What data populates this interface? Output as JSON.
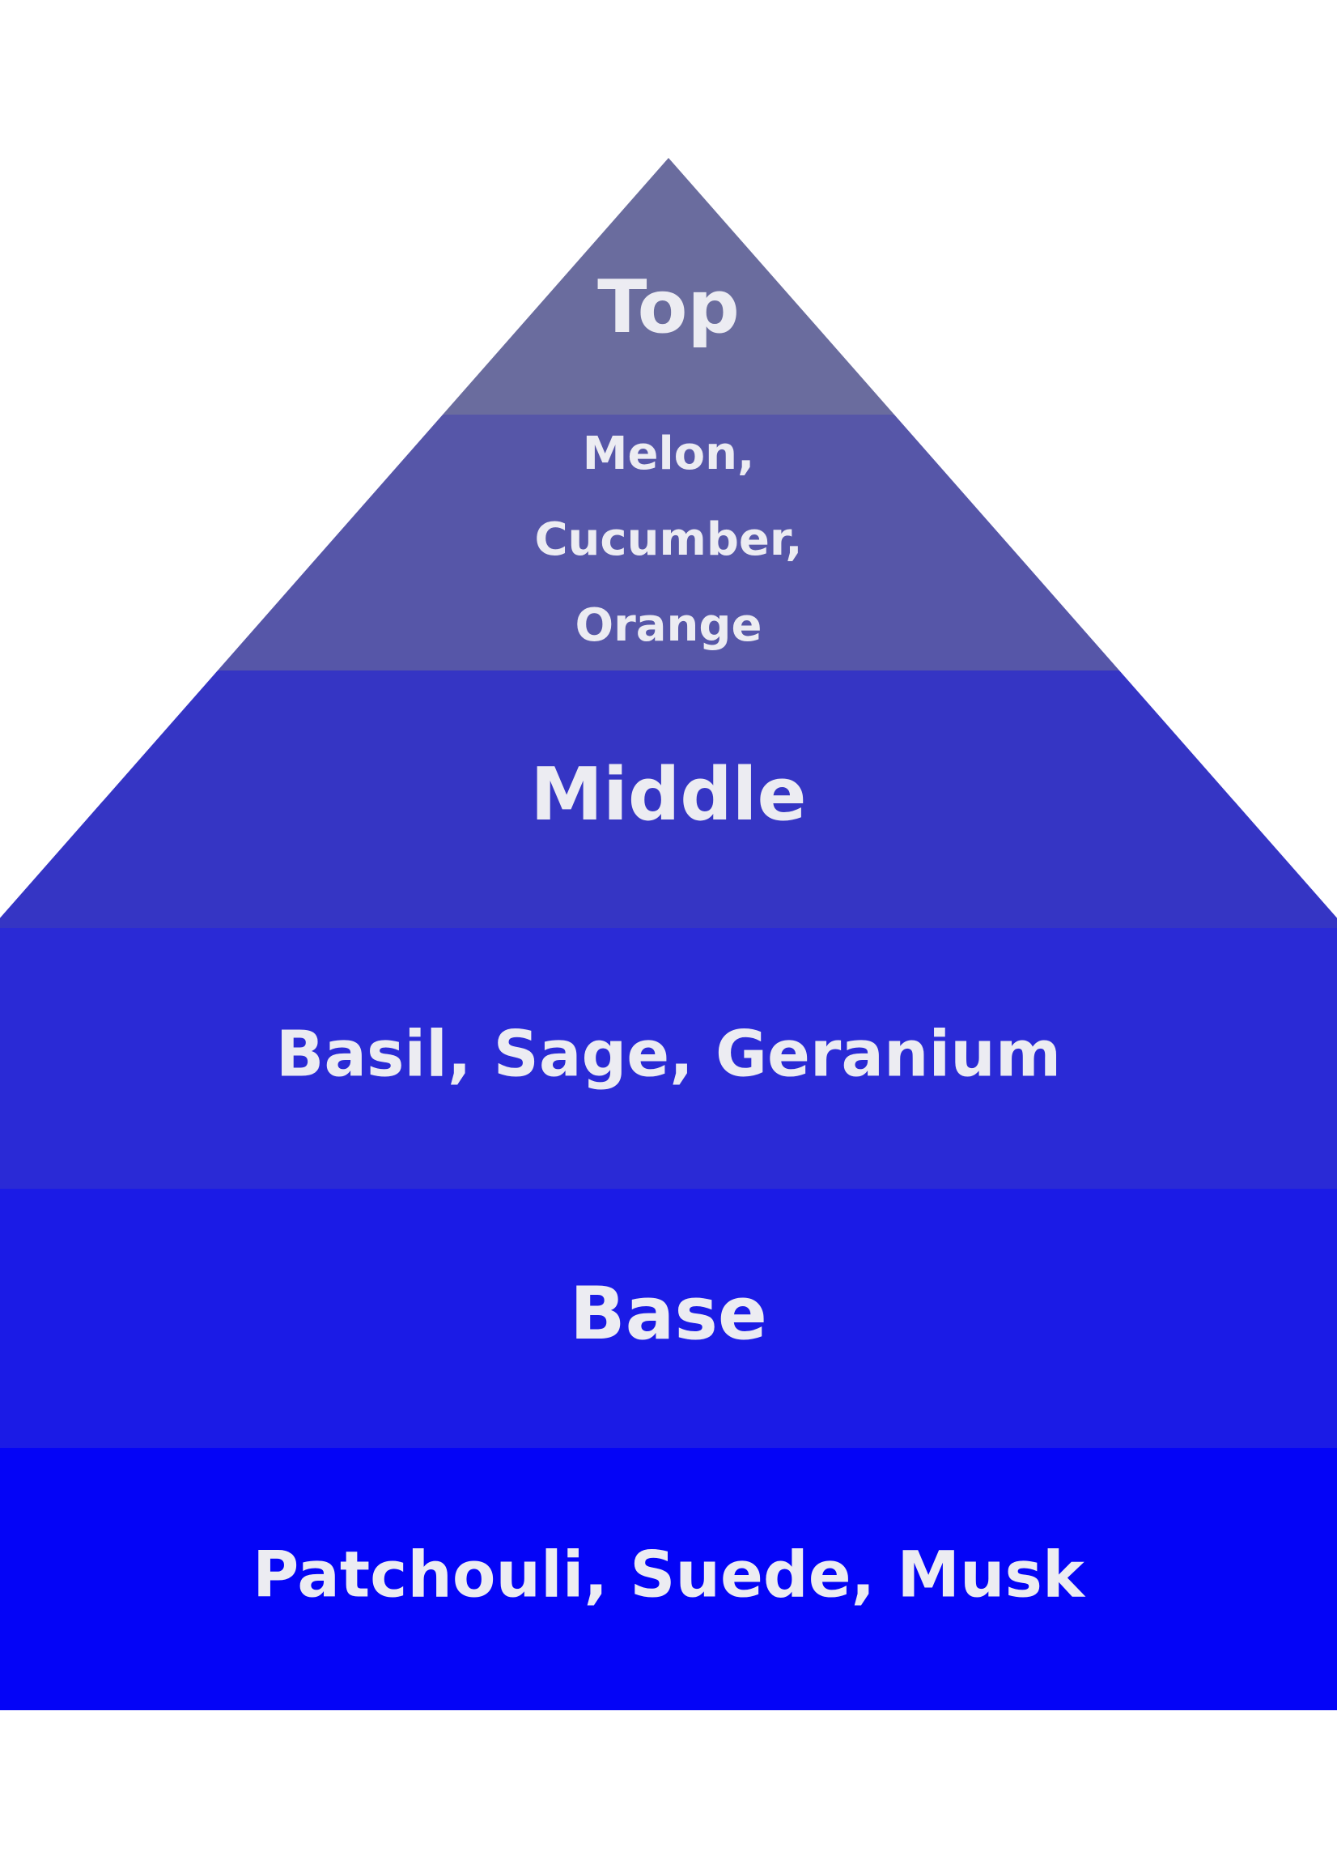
{
  "diagram": {
    "type": "pyramid",
    "tiers": [
      {
        "name": "top-heading",
        "lines": [
          "Top"
        ],
        "color": "#6a6c9e",
        "size": "large"
      },
      {
        "name": "top-notes",
        "lines": [
          "Melon,",
          "Cucumber,",
          "Orange"
        ],
        "color": "#5656a8",
        "size": "small"
      },
      {
        "name": "middle-heading",
        "lines": [
          "Middle"
        ],
        "color": "#3535c4",
        "size": "large"
      },
      {
        "name": "middle-notes",
        "lines": [
          "Basil, Sage, Geranium"
        ],
        "color": "#2a2ad6",
        "size": "medium"
      },
      {
        "name": "base-heading",
        "lines": [
          "Base"
        ],
        "color": "#1b1be6",
        "size": "large"
      },
      {
        "name": "base-notes",
        "lines": [
          "Patchouli, Suede, Musk"
        ],
        "color": "#0404f7",
        "size": "medium"
      }
    ]
  }
}
